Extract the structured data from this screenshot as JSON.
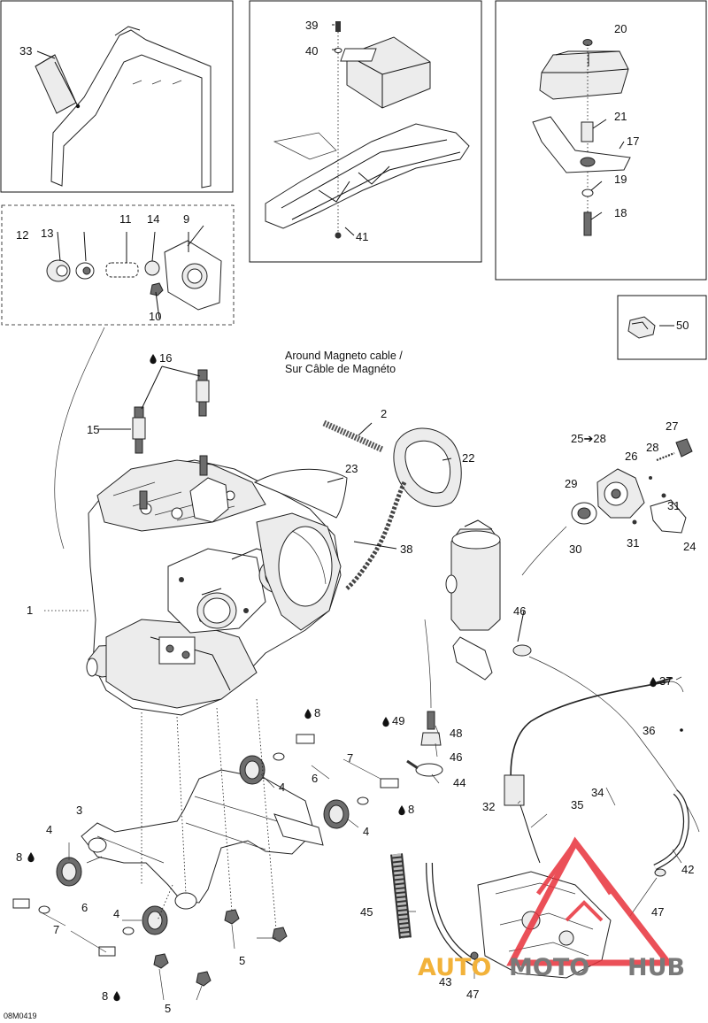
{
  "figure_code": "08M0419",
  "callout": {
    "line1": "Around Magneto cable /",
    "line2": "Sur Câble de Magnéto"
  },
  "watermark": {
    "part_a": "AUTO",
    "part_b": "MOTO",
    "part_c": "HUB",
    "color_a": "#f2b23a",
    "color_b": "#7a7a7a",
    "logo_color": "#e8323c"
  },
  "labels": {
    "l1": "1",
    "l2": "2",
    "l3": "3",
    "l4a": "4",
    "l4b": "4",
    "l4c": "4",
    "l4d": "4",
    "l5a": "5",
    "l5b": "5",
    "l6a": "6",
    "l6b": "6",
    "l7a": "7",
    "l7b": "7",
    "l8a": "8",
    "l8b": "8",
    "l8c": "8",
    "l8d": "8",
    "l9": "9",
    "l10": "10",
    "l11": "11",
    "l12": "12",
    "l13": "13",
    "l14": "14",
    "l15": "15",
    "l16": "16",
    "l17": "17",
    "l18": "18",
    "l19": "19",
    "l20": "20",
    "l21": "21",
    "l22": "22",
    "l23": "23",
    "l24": "24",
    "l25": "25➔28",
    "l26": "26",
    "l27": "27",
    "l28": "28",
    "l29": "29",
    "l30": "30",
    "l31a": "31",
    "l31b": "31",
    "l32": "32",
    "l33": "33",
    "l34": "34",
    "l35": "35",
    "l36": "36",
    "l37": "37",
    "l38": "38",
    "l39": "39",
    "l40": "40",
    "l41": "41",
    "l42": "42",
    "l43": "43",
    "l44": "44",
    "l45": "45",
    "l46a": "46",
    "l46b": "46",
    "l47a": "47",
    "l47b": "47",
    "l48": "48",
    "l49": "49",
    "l50": "50"
  },
  "icons": {
    "oil_drop": "oil-drop-icon"
  }
}
